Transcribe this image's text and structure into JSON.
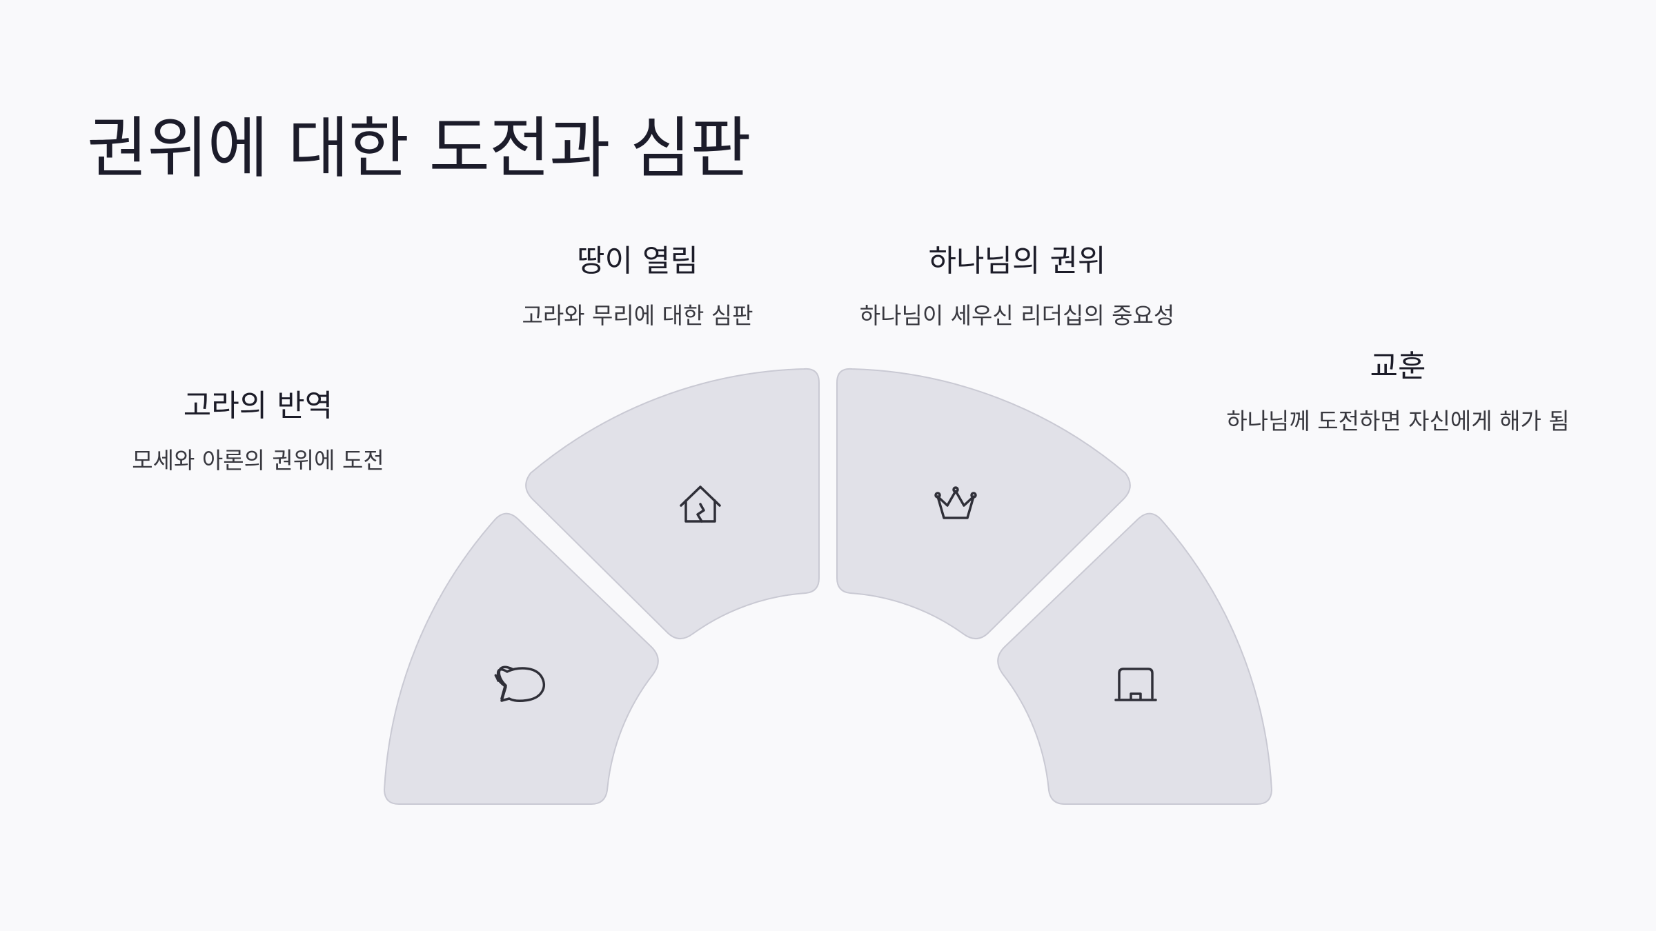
{
  "title": "권위에 대한 도전과 심판",
  "colors": {
    "background": "#f9f9fb",
    "segment_fill": "#e1e1e8",
    "segment_stroke": "#c9c9d3",
    "text": "#1c1c28"
  },
  "segments": [
    {
      "icon": "speech-bubble-icon",
      "title": "고라의 반역",
      "description": "모세와 아론의 권위에 도전"
    },
    {
      "icon": "house-crack-icon",
      "title": "땅이 열림",
      "description": "고라와 무리에 대한 심판"
    },
    {
      "icon": "crown-icon",
      "title": "하나님의 권위",
      "description": "하나님이 세우신 리더십의 중요성"
    },
    {
      "icon": "laptop-icon",
      "title": "교훈",
      "description": "하나님께 도전하면 자신에게 해가 됨"
    }
  ]
}
